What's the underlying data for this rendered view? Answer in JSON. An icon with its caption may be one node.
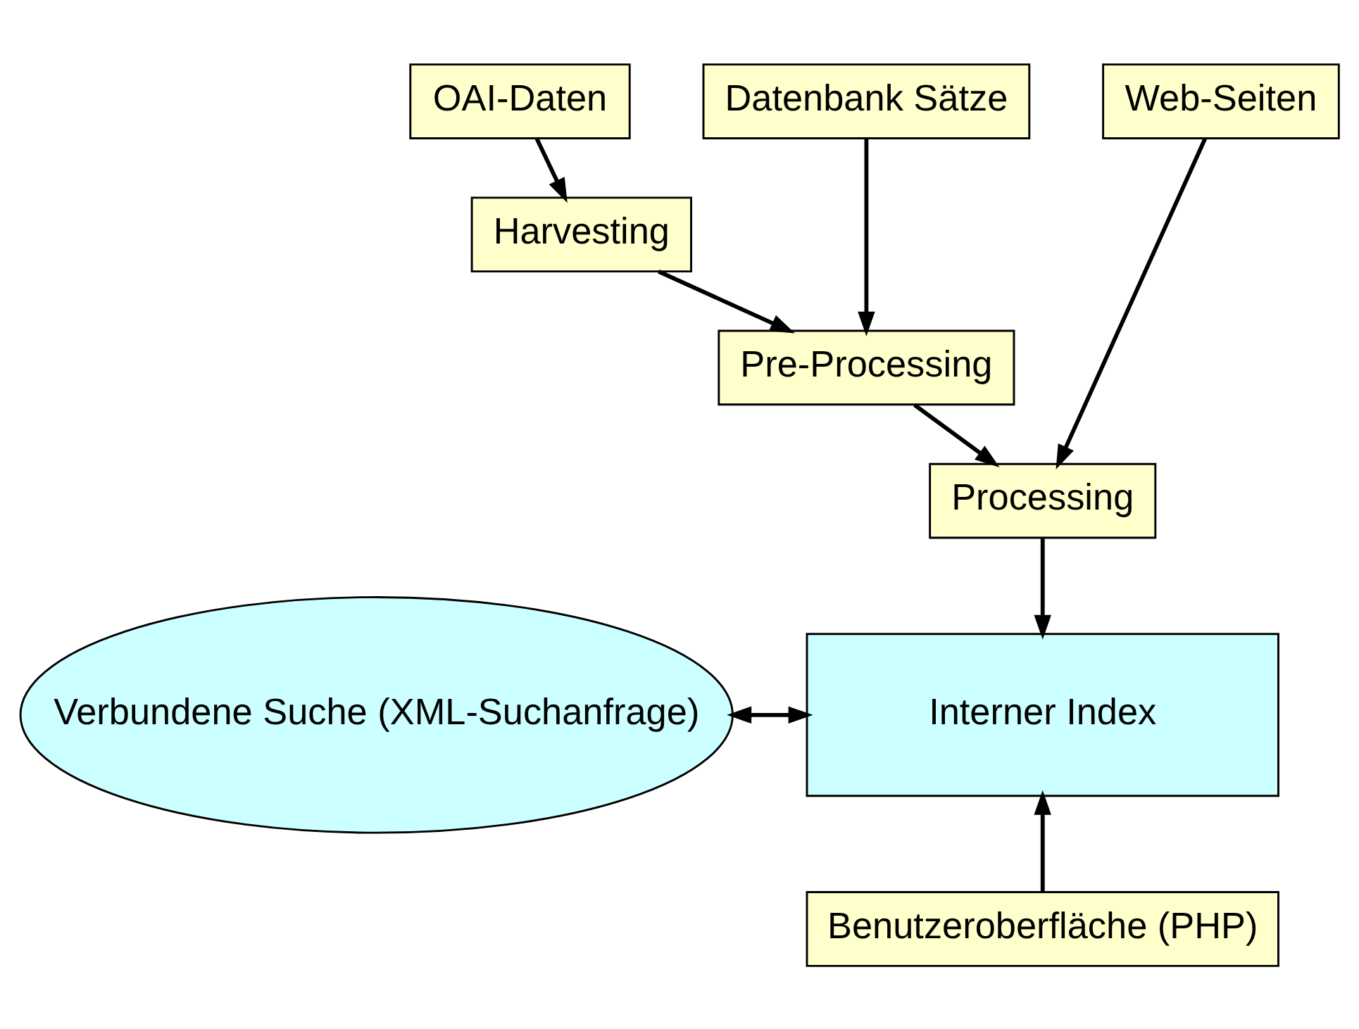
{
  "diagram": {
    "nodes": [
      {
        "text": [
          "OAI-Daten"
        ]
      },
      {
        "text": [
          "Harvesting"
        ]
      },
      {
        "text": [
          "Datenbank Sätze"
        ]
      },
      {
        "text": [
          "Web-Seiten"
        ]
      },
      {
        "text": [
          "Pre-Processing"
        ]
      },
      {
        "text": [
          "Processing"
        ]
      },
      {
        "text": [
          "Verbundene Suche (XML-Suchanfrage)"
        ]
      },
      {
        "text": [
          "Interner Index"
        ]
      },
      {
        "text": [
          "Benutzeroberfläche (PHP)"
        ]
      }
    ],
    "edges": [
      {
        "from": 0,
        "to": 1,
        "arrow": "to"
      },
      {
        "from": 1,
        "to": 4,
        "arrow": "to"
      },
      {
        "from": 2,
        "to": 4,
        "arrow": "to"
      },
      {
        "from": 3,
        "to": 5,
        "arrow": "to"
      },
      {
        "from": 4,
        "to": 5,
        "arrow": "to"
      },
      {
        "from": 5,
        "to": 7,
        "arrow": "to"
      },
      {
        "from": 6,
        "to": 7,
        "arrow": "both"
      },
      {
        "from": 8,
        "to": 7,
        "arrow": "to"
      }
    ]
  }
}
